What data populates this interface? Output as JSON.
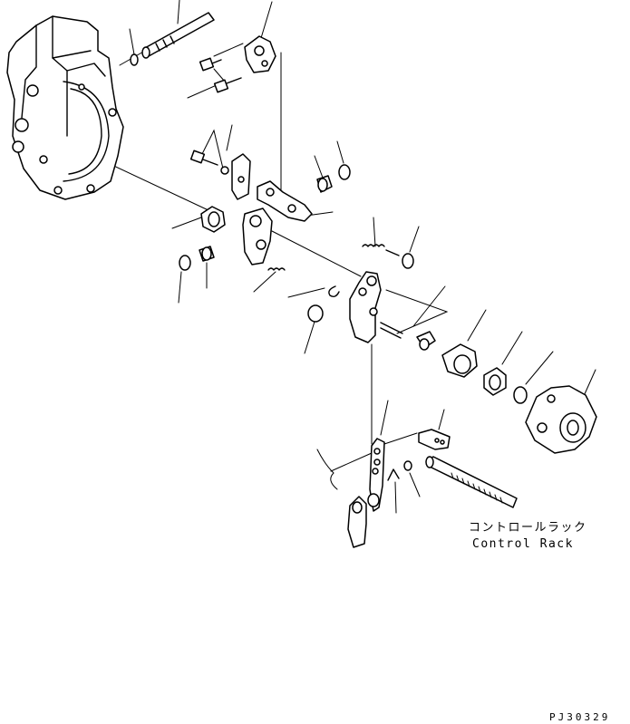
{
  "annotations": {
    "control_rack_jp": "コントロールラック",
    "control_rack_en": "Control Rack"
  },
  "drawing_code": "PJ30329"
}
